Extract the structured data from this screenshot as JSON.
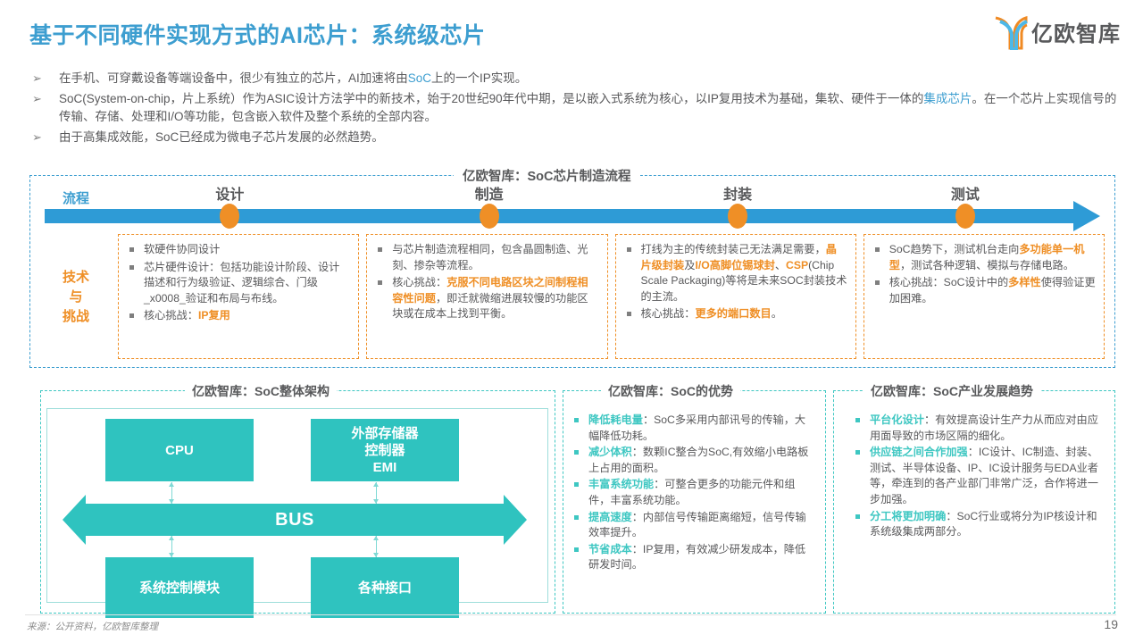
{
  "header": {
    "title": "基于不同硬件实现方式的AI芯片：系统级芯片",
    "logo_text": "亿欧智库"
  },
  "intro": {
    "bullet_marker": "➢",
    "items": [
      [
        {
          "t": "在手机、可穿戴设备等端设备中，很少有独立的芯片，AI加速将由",
          "c": "normal"
        },
        {
          "t": "SoC",
          "c": "blue"
        },
        {
          "t": "上的一个IP实现。",
          "c": "normal"
        }
      ],
      [
        {
          "t": "SoC(System-on-chip，片上系统）作为ASIC设计方法学中的新技术，始于20世纪90年代中期，是以嵌入式系统为核心，以IP复用技术为基础，集软、硬件于一体的",
          "c": "normal"
        },
        {
          "t": "集成芯片",
          "c": "blue"
        },
        {
          "t": "。在一个芯片上实现信号的传输、存储、处理和I/O等功能，包含嵌入软件及整个系统的全部内容。",
          "c": "normal"
        }
      ],
      [
        {
          "t": "由于高集成效能，SoC已经成为微电子芯片发展的必然趋势。",
          "c": "normal"
        }
      ]
    ]
  },
  "flow": {
    "caption": "亿欧智库：SoC芯片制造流程",
    "process_label": "流程",
    "tech_label": "技术\n与\n挑战",
    "tech_label_lines": [
      "技术",
      "与",
      "挑战"
    ],
    "stages": [
      {
        "name": "设计",
        "x_pct": 17.5
      },
      {
        "name": "制造",
        "x_pct": 42.0
      },
      {
        "name": "封装",
        "x_pct": 65.5
      },
      {
        "name": "测试",
        "x_pct": 87.0
      }
    ],
    "columns": [
      {
        "items": [
          [
            {
              "t": "软硬件协同设计",
              "c": "normal"
            }
          ],
          [
            {
              "t": "芯片硬件设计：包括功能设计阶段、设计描述和行为级验证、逻辑综合、门级_x0008_验证和布局与布线。",
              "c": "normal"
            }
          ],
          [
            {
              "t": "核心挑战：",
              "c": "normal"
            },
            {
              "t": "IP复用",
              "c": "orange"
            }
          ]
        ]
      },
      {
        "items": [
          [
            {
              "t": "与芯片制造流程相同，包含晶圆制造、光刻、掺杂等流程。",
              "c": "normal"
            }
          ],
          [
            {
              "t": "核心挑战：",
              "c": "normal"
            },
            {
              "t": "克服不同电路区块之间制程相容性问题",
              "c": "orange"
            },
            {
              "t": "，即迁就微缩进展较慢的功能区块或在成本上找到平衡。",
              "c": "normal"
            }
          ]
        ]
      },
      {
        "items": [
          [
            {
              "t": "打线为主的传统封装己无法满足需要，",
              "c": "normal"
            },
            {
              "t": "晶片级封装",
              "c": "orange"
            },
            {
              "t": "及",
              "c": "normal"
            },
            {
              "t": "I/O高脚位锡球封",
              "c": "orange"
            },
            {
              "t": "、",
              "c": "normal"
            },
            {
              "t": "CSP",
              "c": "orange"
            },
            {
              "t": "(Chip Scale Packaging)等将是未来SOC封装技术的主流。",
              "c": "normal"
            }
          ],
          [
            {
              "t": "核心挑战：",
              "c": "normal"
            },
            {
              "t": "更多的端口数目",
              "c": "orange"
            },
            {
              "t": "。",
              "c": "normal"
            }
          ]
        ]
      },
      {
        "items": [
          [
            {
              "t": "SoC趋势下，测试机台走向",
              "c": "normal"
            },
            {
              "t": "多功能单一机型",
              "c": "orange"
            },
            {
              "t": "，测试各种逻辑、模拟与存储电路。",
              "c": "normal"
            }
          ],
          [
            {
              "t": "核心挑战：SoC设计中的",
              "c": "normal"
            },
            {
              "t": "多样性",
              "c": "orange"
            },
            {
              "t": "使得验证更加困难。",
              "c": "normal"
            }
          ]
        ]
      }
    ]
  },
  "architecture": {
    "caption": "亿欧智库：SoC整体架构",
    "blocks": {
      "cpu": "CPU",
      "emi_lines": [
        "外部存储器",
        "控制器",
        "EMI"
      ],
      "bus": "BUS",
      "sys_ctrl": "系统控制模块",
      "interfaces": "各种接口"
    }
  },
  "advantages": {
    "caption": "亿欧智库：SoC的优势",
    "items": [
      [
        {
          "t": "降低耗电量",
          "c": "teal"
        },
        {
          "t": "：SoC多采用内部讯号的传输，大幅降低功耗。",
          "c": "normal"
        }
      ],
      [
        {
          "t": "减少体积",
          "c": "teal"
        },
        {
          "t": "：数颗IC整合为SoC,有效缩小电路板上占用的面积。",
          "c": "normal"
        }
      ],
      [
        {
          "t": "丰富系统功能",
          "c": "teal"
        },
        {
          "t": "：可整合更多的功能元件和组件，丰富系统功能。",
          "c": "normal"
        }
      ],
      [
        {
          "t": "提高速度",
          "c": "teal"
        },
        {
          "t": "：内部信号传输距离缩短，信号传输效率提升。",
          "c": "normal"
        }
      ],
      [
        {
          "t": "节省成本",
          "c": "teal"
        },
        {
          "t": "：IP复用，有效减少研发成本，降低研发时间。",
          "c": "normal"
        }
      ]
    ]
  },
  "trends": {
    "caption": "亿欧智库：SoC产业发展趋势",
    "items": [
      [
        {
          "t": "平台化设计",
          "c": "teal"
        },
        {
          "t": "：有效提高设计生产力从而应对由应用面导致的市场区隔的细化。",
          "c": "normal"
        }
      ],
      [
        {
          "t": "供应链之间合作加强",
          "c": "teal"
        },
        {
          "t": "：IC设计、IC制造、封装、测试、半导体设备、IP、IC设计服务与EDA业者等，牵连到的各产业部门非常广泛，合作将进一步加强。",
          "c": "normal"
        }
      ],
      [
        {
          "t": "分工将更加明确",
          "c": "teal"
        },
        {
          "t": "：SoC行业或将分为IP核设计和系统级集成两部分。",
          "c": "normal"
        }
      ]
    ]
  },
  "footer": {
    "source": "来源：公开资料，亿欧智库整理",
    "page_number": "19"
  },
  "colors": {
    "title_blue": "#3d9ed0",
    "accent_orange": "#ef8f26",
    "accent_teal": "#3ec7c2",
    "timeline_blue": "#2e9bd6",
    "box_teal": "#2fc3bf"
  }
}
